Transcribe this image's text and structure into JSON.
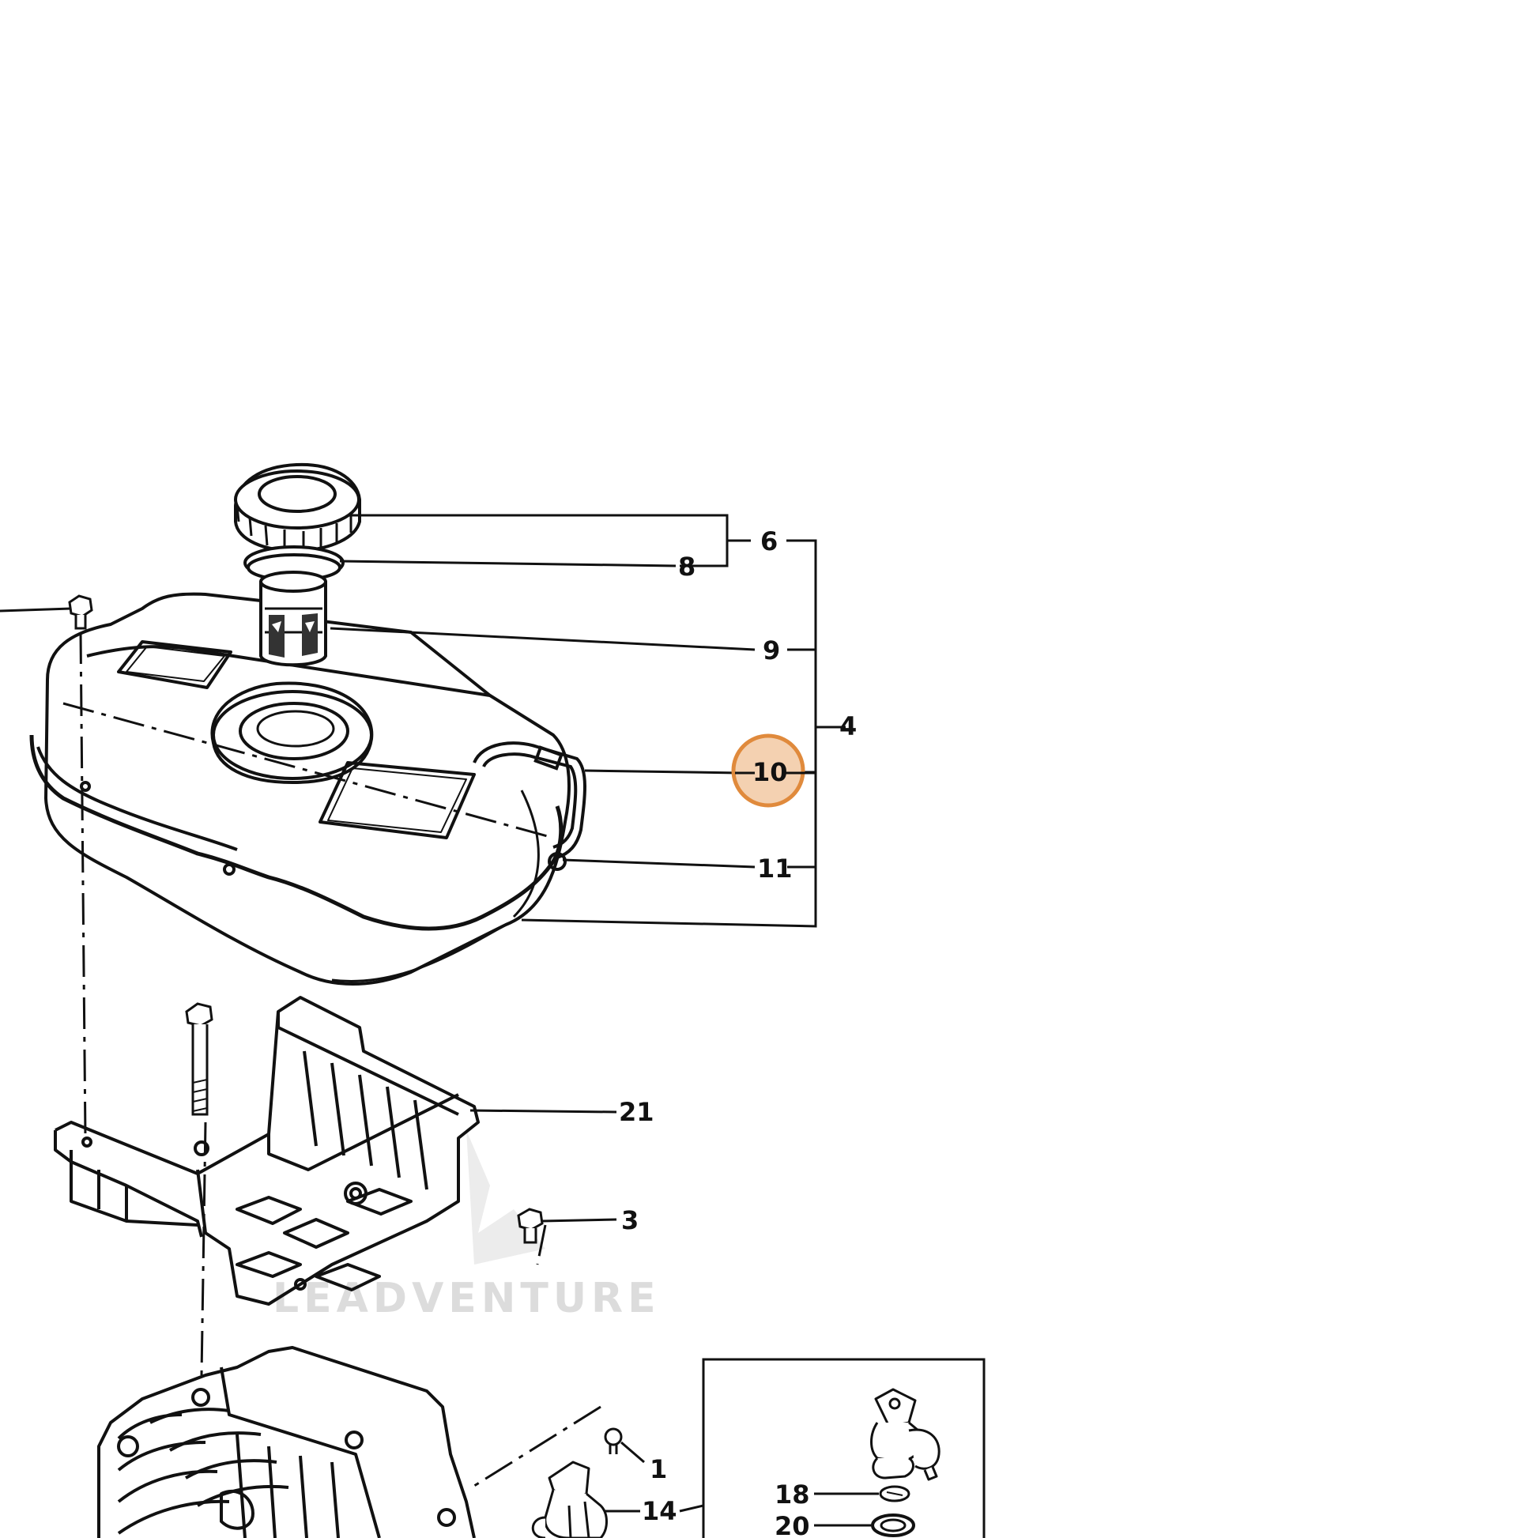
{
  "callouts": [
    "6",
    "8",
    "9",
    "4",
    "10",
    "11",
    "21",
    "3",
    "1",
    "14",
    "18",
    "20"
  ],
  "highlight": {
    "label": "10",
    "color": "#e08a3c"
  },
  "watermark": {
    "text": "LEADVENTURE",
    "color": "#dcdcdc"
  },
  "colors": {
    "line": "#111111",
    "background": "#ffffff"
  }
}
